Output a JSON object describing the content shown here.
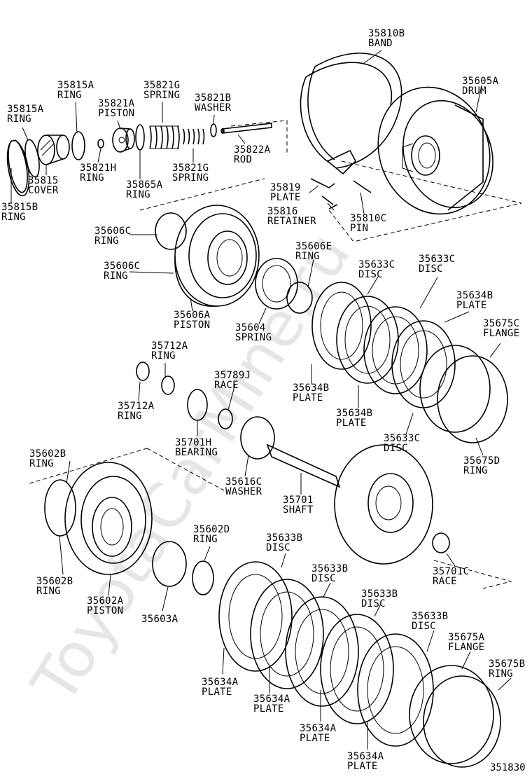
{
  "watermark": "ToyotaCarMine.ru",
  "figure_code": "351830",
  "parts": [
    {
      "id": "p0",
      "num": "35810B",
      "name": "BAND"
    },
    {
      "id": "p1",
      "num": "35605A",
      "name": "DRUM"
    },
    {
      "id": "p2",
      "num": "35815A",
      "name": "RING"
    },
    {
      "id": "p3",
      "num": "35815A",
      "name": "RING"
    },
    {
      "id": "p4",
      "num": "35821G",
      "name": "SPRING"
    },
    {
      "id": "p5",
      "num": "35821A",
      "name": "PISTON"
    },
    {
      "id": "p6",
      "num": "35821B",
      "name": "WASHER"
    },
    {
      "id": "p7",
      "num": "35822A",
      "name": "ROD"
    },
    {
      "id": "p8",
      "num": "35821H",
      "name": "RING"
    },
    {
      "id": "p9",
      "num": "35815",
      "name": "COVER"
    },
    {
      "id": "p10",
      "num": "35821G",
      "name": "SPRING"
    },
    {
      "id": "p11",
      "num": "35865A",
      "name": "RING"
    },
    {
      "id": "p12",
      "num": "35815B",
      "name": "RING"
    },
    {
      "id": "p13",
      "num": "35819",
      "name": "PLATE"
    },
    {
      "id": "p14",
      "num": "35816",
      "name": "RETAINER"
    },
    {
      "id": "p15",
      "num": "35810C",
      "name": "PIN"
    },
    {
      "id": "p16",
      "num": "35606C",
      "name": "RING"
    },
    {
      "id": "p17",
      "num": "35606C",
      "name": "RING"
    },
    {
      "id": "p18",
      "num": "35606E",
      "name": "RING"
    },
    {
      "id": "p19",
      "num": "35633C",
      "name": "DISC"
    },
    {
      "id": "p20",
      "num": "35633C",
      "name": "DISC"
    },
    {
      "id": "p21",
      "num": "35634B",
      "name": "PLATE"
    },
    {
      "id": "p22",
      "num": "35675C",
      "name": "FLANGE"
    },
    {
      "id": "p23",
      "num": "35606A",
      "name": "PISTON"
    },
    {
      "id": "p24",
      "num": "35604",
      "name": "SPRING"
    },
    {
      "id": "p25",
      "num": "35712A",
      "name": "RING"
    },
    {
      "id": "p26",
      "num": "35789J",
      "name": "RACE"
    },
    {
      "id": "p27",
      "num": "35634B",
      "name": "PLATE"
    },
    {
      "id": "p28",
      "num": "35712A",
      "name": "RING"
    },
    {
      "id": "p29",
      "num": "35634B",
      "name": "PLATE"
    },
    {
      "id": "p30",
      "num": "35701H",
      "name": "BEARING"
    },
    {
      "id": "p31",
      "num": "35633C",
      "name": "DISC"
    },
    {
      "id": "p32",
      "num": "35602B",
      "name": "RING"
    },
    {
      "id": "p33",
      "num": "35675D",
      "name": "RING"
    },
    {
      "id": "p34",
      "num": "35616C",
      "name": "WASHER"
    },
    {
      "id": "p35",
      "num": "35701",
      "name": "SHAFT"
    },
    {
      "id": "p36",
      "num": "35602D",
      "name": "RING"
    },
    {
      "id": "p37",
      "num": "35633B",
      "name": "DISC"
    },
    {
      "id": "p38",
      "num": "35701C",
      "name": "RACE"
    },
    {
      "id": "p39",
      "num": "35602B",
      "name": "RING"
    },
    {
      "id": "p40",
      "num": "35633B",
      "name": "DISC"
    },
    {
      "id": "p41",
      "num": "35602A",
      "name": "PISTON"
    },
    {
      "id": "p42",
      "num": "35633B",
      "name": "DISC"
    },
    {
      "id": "p43",
      "num": "35603A",
      "name": ""
    },
    {
      "id": "p44",
      "num": "35633B",
      "name": "DISC"
    },
    {
      "id": "p45",
      "num": "35675A",
      "name": "FLANGE"
    },
    {
      "id": "p46",
      "num": "35675B",
      "name": "RING"
    },
    {
      "id": "p47",
      "num": "35634A",
      "name": "PLATE"
    },
    {
      "id": "p48",
      "num": "35634A",
      "name": "PLATE"
    },
    {
      "id": "p49",
      "num": "35634A",
      "name": "PLATE"
    },
    {
      "id": "p50",
      "num": "35634A",
      "name": "PLATE"
    }
  ]
}
